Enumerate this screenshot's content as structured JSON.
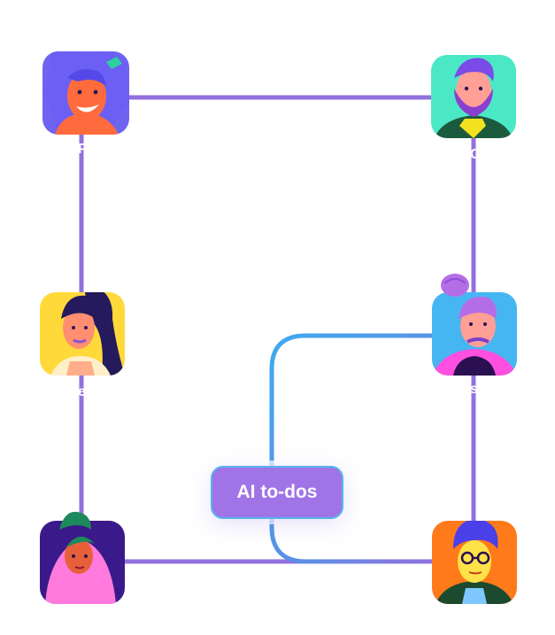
{
  "center_node": {
    "label": "AI to-dos"
  },
  "colors": {
    "line": "#9271de",
    "line_gradient_start": "#9271de",
    "line_gradient_end": "#3fa9ef",
    "pill_fill": "#a074e6",
    "pill_border": "#55b3ee"
  },
  "people": [
    {
      "id": "top-left",
      "initial": "P"
    },
    {
      "id": "top-right",
      "initial": "C"
    },
    {
      "id": "mid-left",
      "initial": "e"
    },
    {
      "id": "mid-right",
      "initial": "s"
    },
    {
      "id": "bottom-left",
      "initial": ""
    },
    {
      "id": "bottom-right",
      "initial": ""
    }
  ]
}
